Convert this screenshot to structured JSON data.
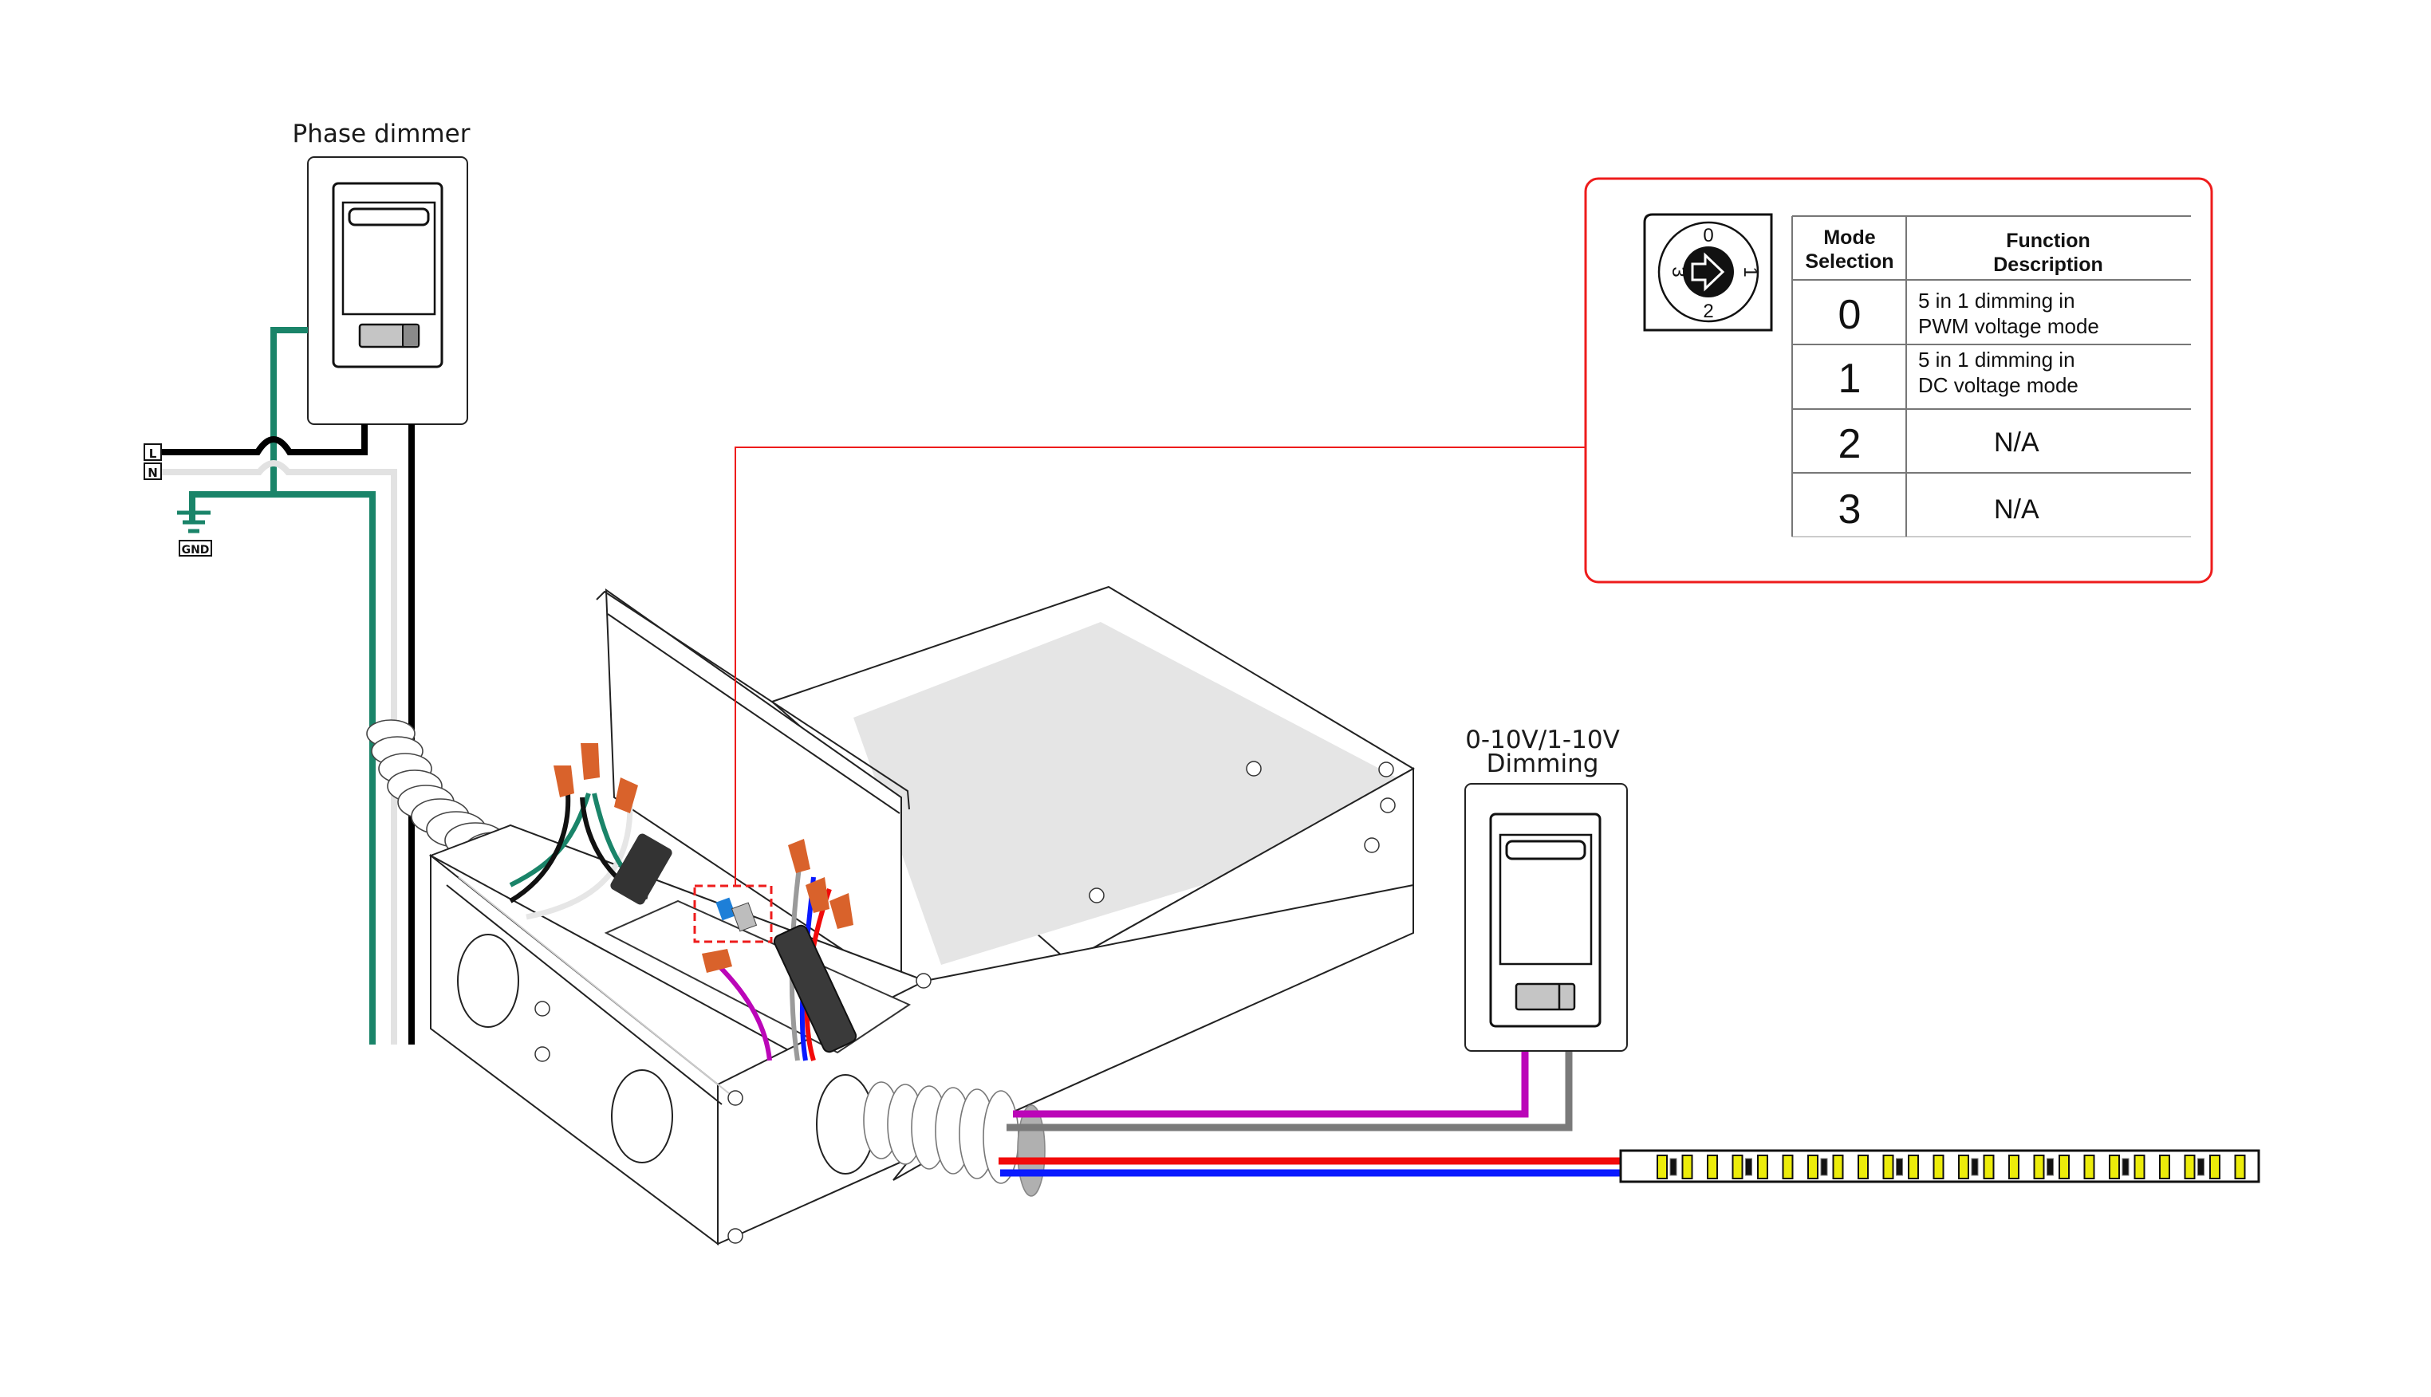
{
  "title": "LED driver wiring diagram with phase dimmer and 0-10V/1-10V dimming",
  "phase_dimmer": {
    "label": "Phase dimmer"
  },
  "mains_terminals": {
    "line": "L",
    "neutral": "N",
    "ground": "GND"
  },
  "analog_dimmer": {
    "label_line1": "0-10V/1-10V",
    "label_line2": "Dimming"
  },
  "rotary_switch": {
    "positions": [
      "0",
      "1",
      "2",
      "3"
    ],
    "pointer": "arrow-right",
    "selected_position": "1"
  },
  "mode_table": {
    "headers": {
      "mode_line1": "Mode",
      "mode_line2": "Selection",
      "function_line1": "Function",
      "function_line2": "Description"
    },
    "rows": [
      {
        "mode": "0",
        "desc_line1": "5 in 1 dimming in",
        "desc_line2": "PWM voltage mode"
      },
      {
        "mode": "1",
        "desc_line1": "5 in 1 dimming in",
        "desc_line2": "DC voltage mode"
      },
      {
        "mode": "2",
        "desc_line1": "N/A",
        "desc_line2": ""
      },
      {
        "mode": "3",
        "desc_line1": "N/A",
        "desc_line2": ""
      }
    ]
  },
  "wire_colors": {
    "line": "#000000",
    "neutral": "#e2e2e2",
    "ground": "#1a8469",
    "dim_plus": "#bb06b8",
    "dim_minus": "#7a7a7a",
    "led_plus": "#f20a0a",
    "led_minus": "#0a1aff",
    "callout": "#ee1c1c",
    "wire_nut": "#d9622b",
    "led_chip": "#ecec0a"
  },
  "led_strip": {
    "led_count": 24,
    "resistor_every": 3
  }
}
